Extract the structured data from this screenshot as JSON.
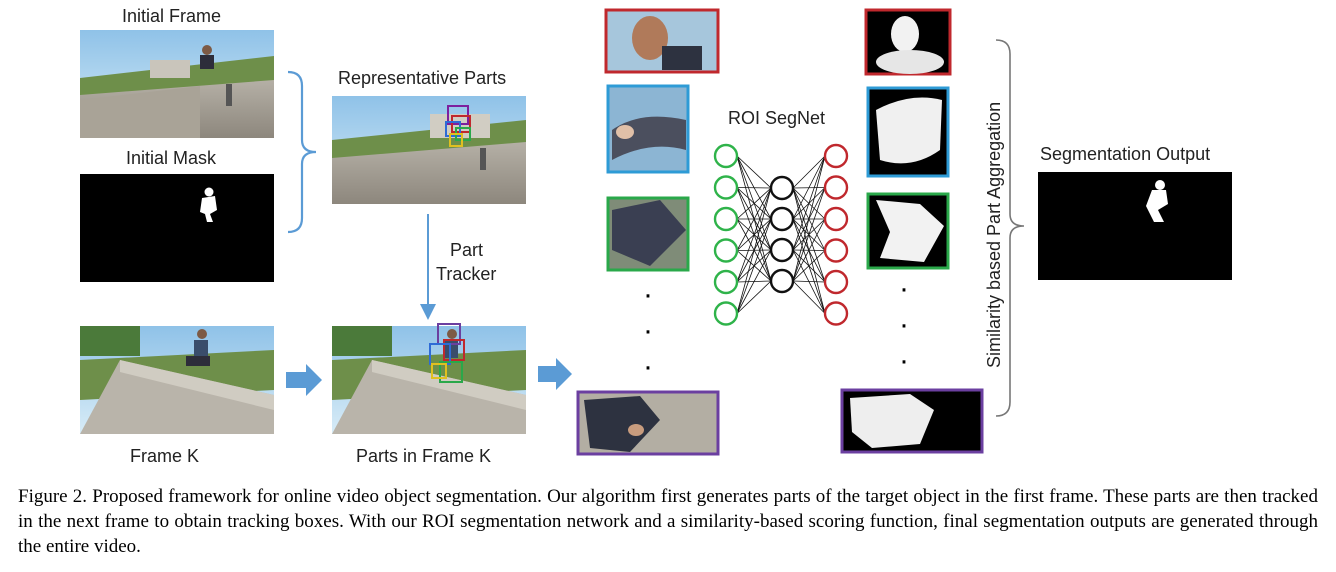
{
  "labels": {
    "initial_frame": "Initial Frame",
    "initial_mask": "Initial Mask",
    "representative_parts": "Representative Parts",
    "part_tracker_line1": "Part",
    "part_tracker_line2": "Tracker",
    "frame_k": "Frame K",
    "parts_in_frame_k": "Parts in Frame K",
    "roi_segnet": "ROI SegNet",
    "similarity_aggregation": "Similarity based Part Aggregation",
    "segmentation_output": "Segmentation Output",
    "ellipsis_dot": "·"
  },
  "caption": "Figure 2. Proposed framework for online video object segmentation.  Our algorithm first generates parts of the target object in the first frame. These parts are then tracked in the next frame to obtain tracking boxes. With our ROI segmentation network and a similarity-based scoring function, final segmentation outputs are generated through the entire video.",
  "colors": {
    "arrow_blue": "#5b9bd5",
    "part_red": "#c0282d",
    "part_blue": "#2e9bd6",
    "part_green": "#2aa84a",
    "part_purple": "#6b3fa0",
    "input_node": "#2fb34a",
    "hidden_node": "#111111",
    "output_node": "#c0282d"
  },
  "network": {
    "input_nodes": 6,
    "hidden_nodes": 4,
    "output_nodes": 6
  }
}
